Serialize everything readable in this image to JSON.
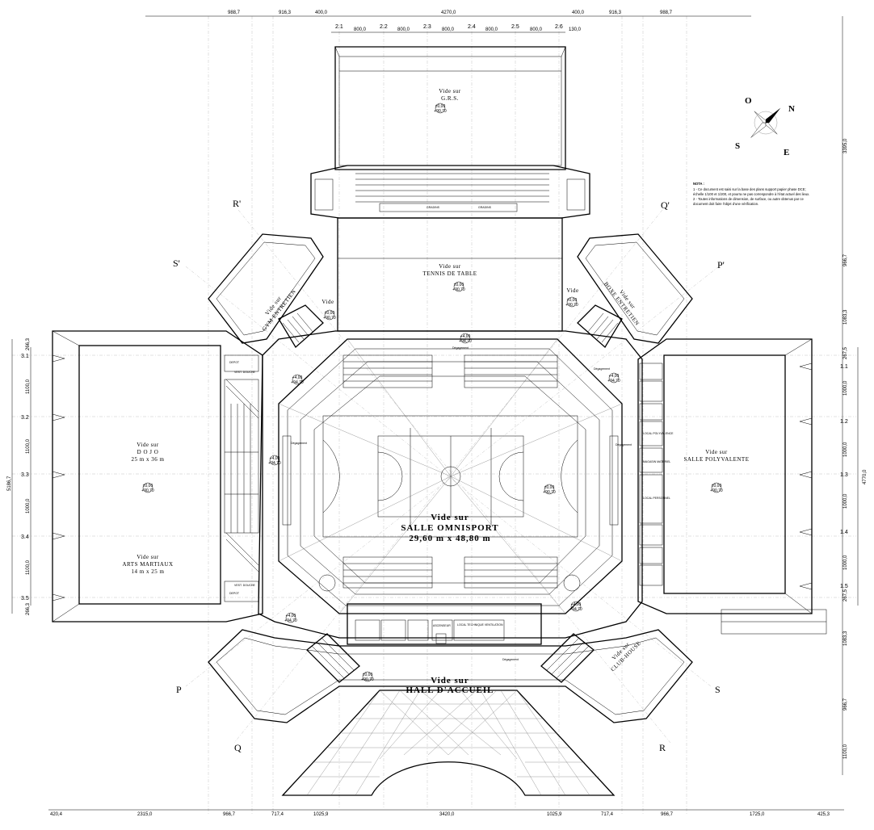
{
  "dimensions": {
    "top": [
      "988,7",
      "916,3",
      "400,0",
      "4270,0",
      "400,0",
      "916,3",
      "988,7"
    ],
    "top_sub": [
      "800,0",
      "800,0",
      "800,0",
      "800,0",
      "800,0",
      "130,0"
    ],
    "bottom": [
      "420,4",
      "2315,0",
      "966,7",
      "717,4",
      "1025,9",
      "3420,0",
      "1025,9",
      "717,4",
      "966,7",
      "1725,0",
      "425,3"
    ],
    "left": [
      "266,3",
      "1100,0",
      "1100,0",
      "1000,0",
      "1100,0",
      "266,3"
    ],
    "left_total": "5186,7",
    "right": [
      "3395,0",
      "966,7",
      "1083,3",
      "267,5",
      "1000,0",
      "1000,0",
      "1000,0",
      "1000,0",
      "267,5",
      "1083,3",
      "966,7",
      "1100,0"
    ],
    "right_total": "4770,0"
  },
  "axes": {
    "top": [
      "2.1",
      "2.2",
      "2.3",
      "2.4",
      "2.5",
      "2.6"
    ],
    "left": [
      "3.1",
      "3.2",
      "3.3",
      "3.4",
      "3.5"
    ],
    "right": [
      "1.1",
      "1.2",
      "1.3",
      "1.4",
      "1.5"
    ],
    "diagonal": [
      "R'",
      "Q'",
      "S'",
      "P'",
      "P",
      "S",
      "Q",
      "R"
    ]
  },
  "compass": {
    "n": "N",
    "e": "E",
    "s": "S",
    "o": "O"
  },
  "note": {
    "title": "NOTA :",
    "lines": [
      "1 - Ce document est saisi sur la base des plans support papier phase DCE;",
      "échelle 1/100 et 1/200, et pourra ne pas correspondre à l'état actuel des lieux.",
      "2 - Toutes informations de dimension, de surface, ou autre obtenus par ce",
      "document doit faire l'objet d'une vérification."
    ]
  },
  "rooms": {
    "grs": {
      "l1": "Vide sur",
      "l2": "G.R.S.",
      "lvl1": "±0,00",
      "lvl2": "+90,70"
    },
    "tennis": {
      "l1": "Vide sur",
      "l2": "TENNIS DE TABLE",
      "lvl1": "±0,00",
      "lvl2": "+90,70"
    },
    "gym": {
      "l1": "Vide sur",
      "l2": "GYM ENTRETIEN"
    },
    "boxe": {
      "l1": "Vide sur",
      "l2": "BOXE ENTRETIEN"
    },
    "vide_l": {
      "l1": "Vide",
      "lvl1": "±0,00",
      "lvl2": "+90,70"
    },
    "vide_r": {
      "l1": "Vide",
      "lvl1": "±0,00",
      "lvl2": "+90,70"
    },
    "dojo": {
      "l1": "Vide sur",
      "l2": "D O J O",
      "l3": "25 m x 36 m",
      "lvl1": "±0,00",
      "lvl2": "+90,70"
    },
    "arts": {
      "l1": "Vide sur",
      "l2": "ARTS MARTIAUX",
      "l3": "14 m x 25 m"
    },
    "omni": {
      "l1": "Vide sur",
      "l2": "SALLE OMNISPORT",
      "l3": "29,60 m x 48,80 m",
      "lvl1": "±0,00",
      "lvl2": "+90,70"
    },
    "poly": {
      "l1": "Vide sur",
      "l2": "SALLE POLYVALENTE",
      "lvl1": "±0,00",
      "lvl2": "+90,70"
    },
    "club": {
      "l1": "Vide sur",
      "l2": "CLUB-HOUSE"
    },
    "hall": {
      "l1": "Vide sur",
      "l2": "HALL D'ACCUEIL",
      "lvl1": "±0,00",
      "lvl2": "+90,70"
    }
  },
  "levels": {
    "top_center": [
      "+4,00",
      "+94,70"
    ],
    "left_mid": [
      "+4,00",
      "+94,70"
    ],
    "left_upper": [
      "+4,00",
      "+94,70"
    ],
    "right_upper": [
      "+4,00",
      "+94,70"
    ],
    "left_lower": [
      "+4,00",
      "+94,70"
    ],
    "right_lower": [
      "+4,00",
      "+94,70"
    ]
  },
  "small_labels": {
    "gradins1": "GRADINS",
    "gradins2": "GRADINS",
    "degagement": "Dégagement",
    "depot": "DEPOT",
    "vest": "VEST. DOUCHE",
    "local_tech": "LOCAL TECHNIQUE VENTILATION",
    "ascenseur": "ASCENSEUR",
    "local_perso": "LOCAL PERSONNEL",
    "local_poly": "LOCAL POLYVALENCE",
    "magasin": "MAGASIN MATERIEL"
  }
}
